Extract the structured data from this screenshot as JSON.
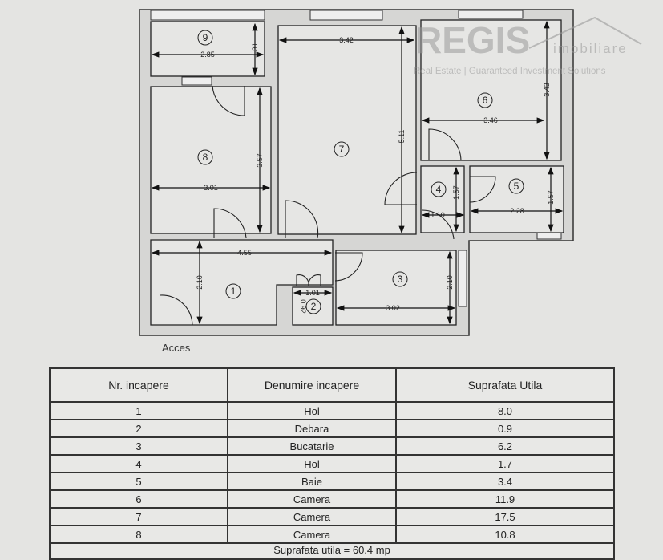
{
  "watermark": {
    "brand": "REGIS",
    "sub": "imobiliare",
    "tagline": "Real Estate | Guaranteed Investment Solutions"
  },
  "plan": {
    "access_label": "Acces",
    "rooms": [
      "1",
      "2",
      "3",
      "4",
      "5",
      "6",
      "7",
      "8",
      "9"
    ],
    "dimensions": {
      "r9_w": "2.85",
      "r9_h": "1.31",
      "r7_w": "3.42",
      "r7_h": "5.11",
      "r6_w": "3.46",
      "r6_h": "3.43",
      "r8_w": "3.01",
      "r8_h": "3.57",
      "r4_w": "1.10",
      "r4_h": "1.57",
      "r5_w": "2.28",
      "r5_h": "1.57",
      "r1_w": "4.55",
      "r1_h": "2.10",
      "r2_w": "1.01",
      "r2_h": "0.92",
      "r3_w": "3.02",
      "r3_h": "2.10"
    }
  },
  "table": {
    "headers": [
      "Nr. incapere",
      "Denumire incapere",
      "Suprafata Utila"
    ],
    "rows": [
      [
        "1",
        "Hol",
        "8.0"
      ],
      [
        "2",
        "Debara",
        "0.9"
      ],
      [
        "3",
        "Bucatarie",
        "6.2"
      ],
      [
        "4",
        "Hol",
        "1.7"
      ],
      [
        "5",
        "Baie",
        "3.4"
      ],
      [
        "6",
        "Camera",
        "11.9"
      ],
      [
        "7",
        "Camera",
        "17.5"
      ],
      [
        "8",
        "Camera",
        "10.8"
      ]
    ],
    "total": "Suprafata utila = 60.4 mp"
  }
}
